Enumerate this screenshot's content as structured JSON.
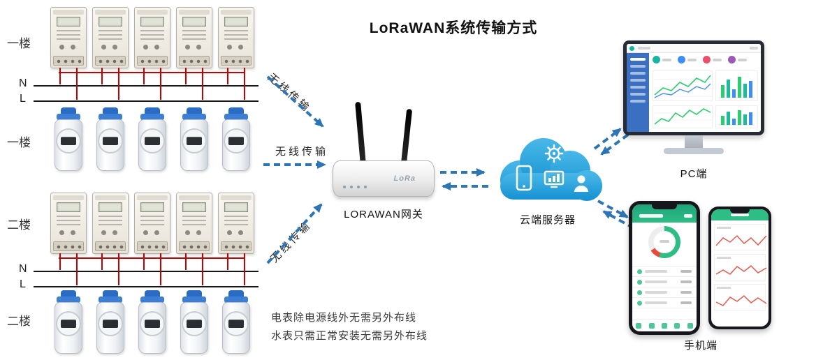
{
  "title": "LoRaWAN系统传输方式",
  "left_labels": {
    "floor1_electric": "一楼",
    "n1": "N",
    "l1": "L",
    "floor1_water": "一楼",
    "floor2_electric": "二楼",
    "n2": "N",
    "l2": "L",
    "floor2_water": "二楼"
  },
  "meters": {
    "rows": [
      {
        "type": "electric",
        "floor": "一楼",
        "count": 5
      },
      {
        "type": "water",
        "floor": "一楼",
        "count": 5
      },
      {
        "type": "electric",
        "floor": "二楼",
        "count": 5
      },
      {
        "type": "water",
        "floor": "二楼",
        "count": 5
      }
    ]
  },
  "arrows": {
    "wireless_top": "无线传输",
    "wireless_middle": "无线传输",
    "wireless_bottom": "无线传输"
  },
  "gateway": {
    "label": "LORAWAN网关",
    "brand": "LoRa"
  },
  "cloud": {
    "label": "云端服务器"
  },
  "pc": {
    "label": "PC端"
  },
  "mobile": {
    "label": "手机端"
  },
  "notes": {
    "line1": "电表除电源线外无需另外布线",
    "line2": "水表只需正常安装无需另外布线"
  },
  "colors": {
    "arrow_blue": "#2e75b6",
    "cloud_blue": "#2aa7e0",
    "wire_red": "#c40000",
    "wire_black": "#151515",
    "app_green": "#2ebd85",
    "stat_teal": "#19b5a4",
    "stat_blue": "#3e8ef7",
    "stat_red": "#e8506a",
    "stat_purple": "#9b59b6"
  }
}
